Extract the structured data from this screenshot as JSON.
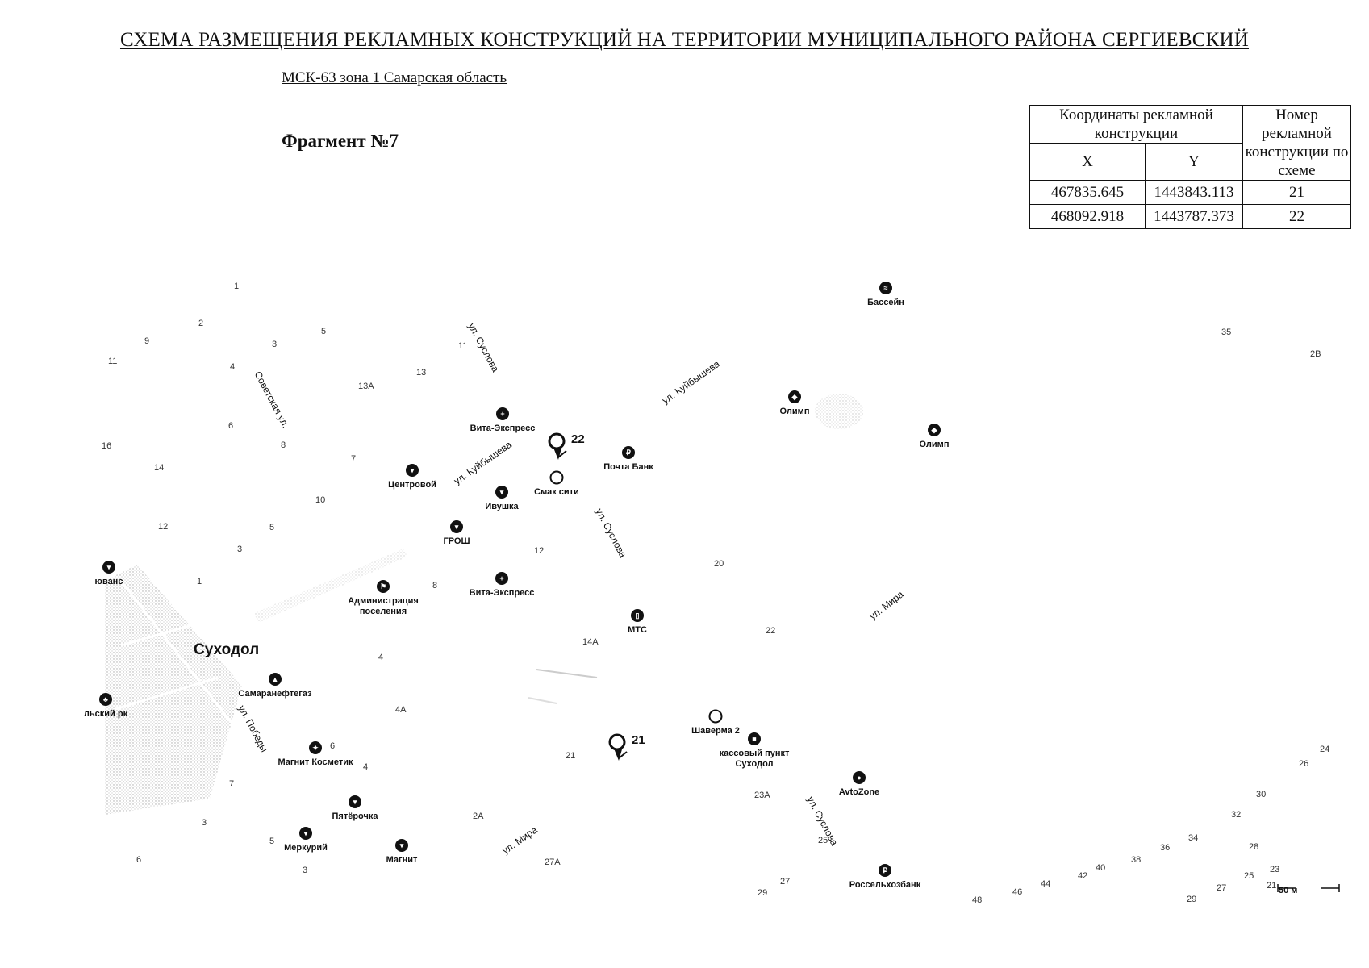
{
  "title": "СХЕМА РАЗМЕЩЕНИЯ РЕКЛАМНЫХ КОНСТРУКЦИЙ НА ТЕРРИТОРИИ МУНИЦИПАЛЬНОГО РАЙОНА СЕРГИЕВСКИЙ",
  "subtitle": "МСК-63 зона 1 Самарская область",
  "fragment": "Фрагмент №7",
  "table": {
    "h_coords": "Координаты рекламной конструкции",
    "h_number": "Номер рекламной конструкции по схеме",
    "h_x": "X",
    "h_y": "Y",
    "rows": [
      {
        "x": "467835.645",
        "y": "1443843.113",
        "n": "21"
      },
      {
        "x": "468092.918",
        "y": "1443787.373",
        "n": "22"
      }
    ]
  },
  "map": {
    "village": "Суходол",
    "scale": "50 м",
    "pins": [
      {
        "label": "21"
      },
      {
        "label": "22"
      }
    ],
    "streets": [
      {
        "label": "ул. Суслова"
      },
      {
        "label": "ул. Куйбышева"
      },
      {
        "label": "Советская ул."
      },
      {
        "label": "ул. Куйбышева"
      },
      {
        "label": "ул. Суслова"
      },
      {
        "label": "ул. Мира"
      },
      {
        "label": "ул. Победы"
      },
      {
        "label": "ул. Мира"
      },
      {
        "label": "ул. Суслова"
      }
    ],
    "pois": [
      {
        "label": "Бассейн",
        "icon": "pool-icon"
      },
      {
        "label": "Олимп",
        "icon": "sport-icon"
      },
      {
        "label": "Олимп",
        "icon": "sport-icon"
      },
      {
        "label": "Вита-Экспресс",
        "icon": "pharmacy-icon"
      },
      {
        "label": "Почта Банк",
        "icon": "bank-icon"
      },
      {
        "label": "Центровой",
        "icon": "shop-icon"
      },
      {
        "label": "Смак сити",
        "icon": "food-icon"
      },
      {
        "label": "Ивушка",
        "icon": "shop-icon"
      },
      {
        "label": "ГРОШ",
        "icon": "shop-icon"
      },
      {
        "label": "Вита-Экспресс",
        "icon": "pharmacy-icon"
      },
      {
        "label": "Администрация поселения",
        "icon": "flag-icon"
      },
      {
        "label": "МТС",
        "icon": "phone-icon"
      },
      {
        "label": "Самаранефтегаз",
        "icon": "factory-icon"
      },
      {
        "label": "Магнит Косметик",
        "icon": "cosmetics-icon"
      },
      {
        "label": "Пятёрочка",
        "icon": "shop-icon"
      },
      {
        "label": "Меркурий",
        "icon": "shop-icon"
      },
      {
        "label": "Магнит",
        "icon": "shop-icon"
      },
      {
        "label": "Шаверма 2",
        "icon": "food-icon"
      },
      {
        "label": "кассовый пункт Суходол",
        "icon": "bus-icon"
      },
      {
        "label": "AvtoZone",
        "icon": "car-icon"
      },
      {
        "label": "Россельхозбанк",
        "icon": "bank-icon"
      },
      {
        "label": "юванс",
        "icon": "shop-icon"
      },
      {
        "label": "льский рк",
        "icon": "park-icon"
      }
    ],
    "house_numbers": [
      "1",
      "2",
      "9",
      "3",
      "11",
      "4",
      "6",
      "16",
      "14",
      "8",
      "5",
      "7",
      "10",
      "12",
      "5",
      "3",
      "1",
      "13А",
      "13",
      "11",
      "12",
      "8",
      "4",
      "4А",
      "6",
      "4",
      "7",
      "3",
      "5",
      "3",
      "6",
      "14А",
      "21",
      "2А",
      "27А",
      "20",
      "22",
      "23А",
      "25",
      "29",
      "27",
      "48",
      "46",
      "44",
      "42",
      "40",
      "38",
      "36",
      "34",
      "32",
      "30",
      "26",
      "24",
      "28",
      "23",
      "25",
      "27",
      "29",
      "35",
      "2В",
      "21"
    ]
  }
}
